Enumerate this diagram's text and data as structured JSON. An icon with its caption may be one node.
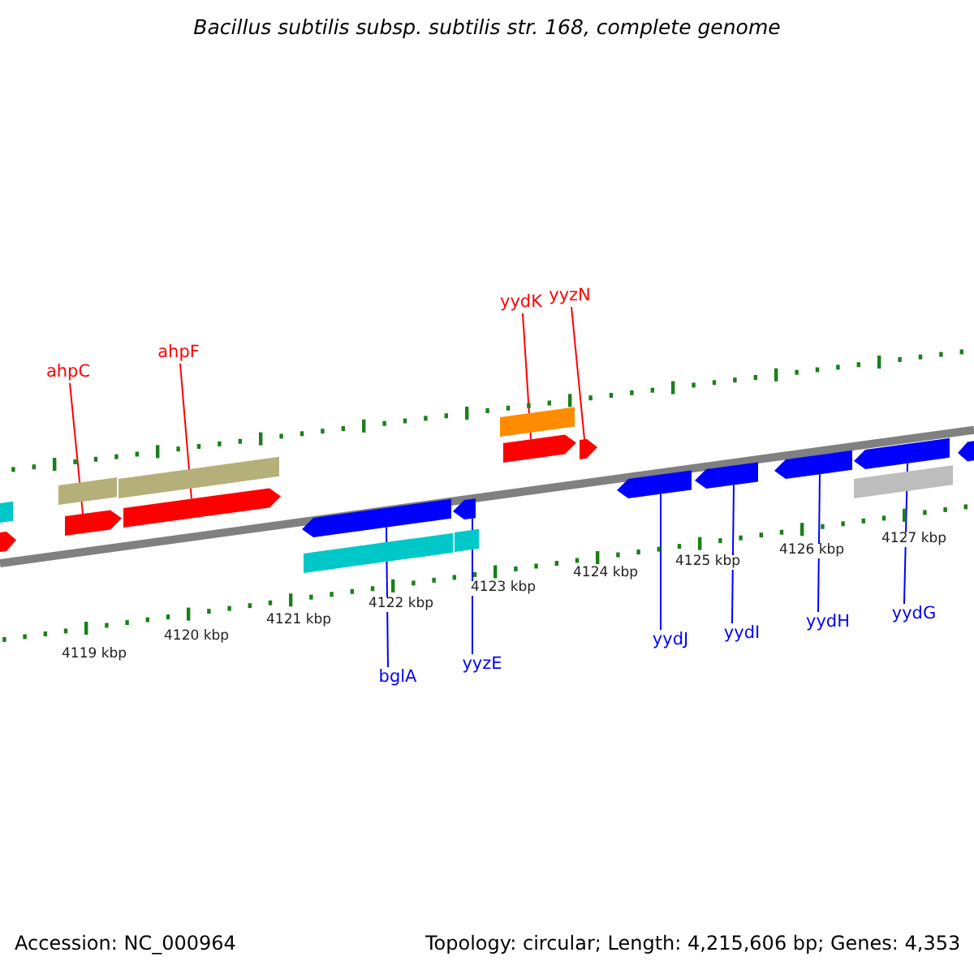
{
  "diagram": {
    "title": "Bacillus subtilis subsp. subtilis str. 168, complete genome",
    "nodes": [
      {
        "text": [
          "yyzN"
        ]
      },
      {
        "text": [
          "yydK"
        ]
      },
      {
        "text": [
          "ahpF"
        ]
      },
      {
        "text": [
          "ahpC"
        ]
      },
      {
        "text": [
          "yydG"
        ]
      },
      {
        "text": [
          "yydH"
        ]
      },
      {
        "text": [
          "yydI"
        ]
      },
      {
        "text": [
          "yydJ"
        ]
      },
      {
        "text": [
          "yyzE"
        ]
      },
      {
        "text": [
          "bglA"
        ]
      },
      {
        "text": [],
        "shape": "arrow"
      },
      {
        "text": [],
        "shape": "arrow"
      },
      {
        "text": [],
        "shape": "arrow"
      },
      {
        "text": [],
        "shape": "arrow"
      },
      {
        "text": [],
        "shape": "arrow"
      },
      {
        "text": [],
        "shape": "arrow"
      },
      {
        "text": [],
        "shape": "arrow"
      },
      {
        "text": [],
        "shape": "arrow"
      },
      {
        "text": [],
        "shape": "arrow"
      },
      {
        "text": [],
        "shape": "arrow"
      },
      {
        "text": [],
        "shape": "arrow"
      },
      {
        "text": [],
        "shape": "arrow"
      },
      {
        "text": [],
        "shape": "bar"
      },
      {
        "text": [],
        "shape": "bar"
      },
      {
        "text": [],
        "shape": "bar"
      },
      {
        "text": [],
        "shape": "bar"
      },
      {
        "text": [],
        "shape": "bar"
      },
      {
        "text": [],
        "shape": "bar"
      },
      {
        "text": [],
        "shape": "bar"
      }
    ],
    "edges": [
      {
        "from": 0,
        "to": 16,
        "arrow": "none",
        "color": "#ff0000"
      },
      {
        "from": 1,
        "to": 15,
        "arrow": "none",
        "color": "#ff0000"
      },
      {
        "from": 2,
        "to": 12,
        "arrow": "none",
        "color": "#ff0000"
      },
      {
        "from": 3,
        "to": 11,
        "arrow": "none",
        "color": "#ff0000"
      },
      {
        "from": 4,
        "to": 20,
        "arrow": "none"
      },
      {
        "from": 5,
        "to": 19,
        "arrow": "none"
      },
      {
        "from": 6,
        "to": 18,
        "arrow": "none"
      },
      {
        "from": 7,
        "to": 17,
        "arrow": "none"
      },
      {
        "from": 8,
        "to": 14,
        "arrow": "none"
      },
      {
        "from": 9,
        "to": 13,
        "arrow": "none"
      }
    ],
    "labels": [
      "4119 kbp",
      "4120 kbp",
      "4121 kbp",
      "4122 kbp",
      "4123 kbp",
      "4124 kbp",
      "4125 kbp",
      "4126 kbp",
      "4127 kbp",
      "Accession: NC_000964",
      "Topology: circular; Length: 4,215,606 bp; Genes: 4,353"
    ]
  }
}
